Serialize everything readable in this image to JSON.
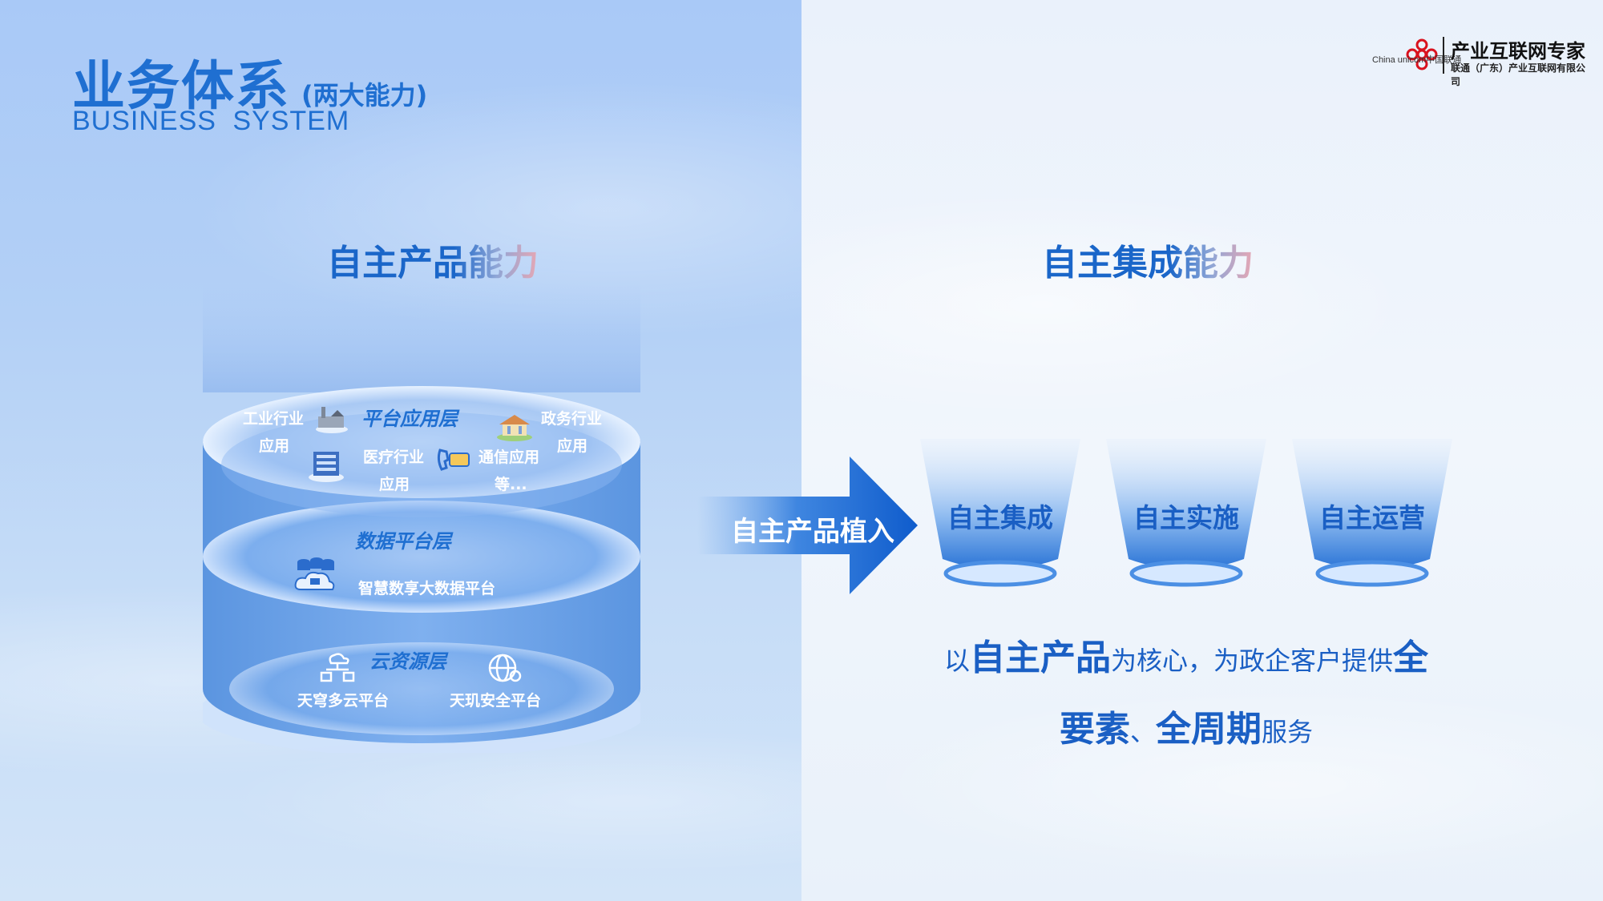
{
  "header": {
    "title": "业务体系",
    "title_suffix": "(两大能力)",
    "title_en": "BUSINESS SYSTEM"
  },
  "logo": {
    "brand_en": "China unicom中国联通",
    "name": "产业互联网专家",
    "company": "联通（广东）产业互联网有限公司"
  },
  "left": {
    "capability_title": "自主产品能力",
    "layers": {
      "platform": {
        "title": "平台应用层",
        "items": [
          "工业行业",
          "应用",
          "政务行业",
          "应用",
          "医疗行业",
          "应用",
          "通信应用",
          "等..."
        ]
      },
      "data": {
        "title": "数据平台层",
        "item": "智慧数享大数据平台"
      },
      "cloud": {
        "title": "云资源层",
        "items": [
          "天穹多云平台",
          "天玑安全平台"
        ]
      }
    }
  },
  "arrow_label": "自主产品植入",
  "right": {
    "capability_title": "自主集成能力",
    "cups": [
      "自主集成",
      "自主实施",
      "自主运营"
    ],
    "description": {
      "p1": "以",
      "p2": "自主产品",
      "p3": "为核心，为政企客户提供",
      "p4": "全",
      "p5": "要素",
      "p6": "、",
      "p7": "全周期",
      "p8": "服务"
    }
  },
  "colors": {
    "accent_blue": "#1f6fd1",
    "left_panel": "#b3d0f6",
    "right_panel": "#eef4fc"
  }
}
